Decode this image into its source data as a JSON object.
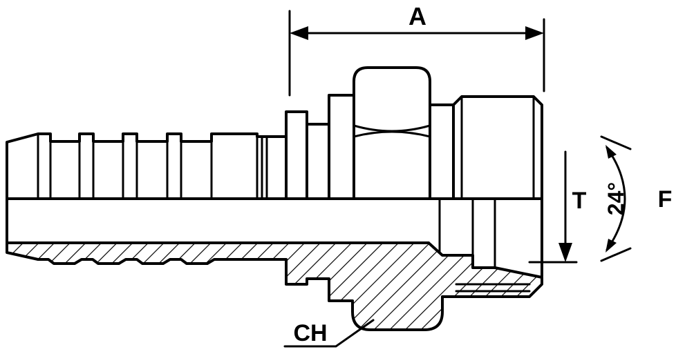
{
  "diagram": {
    "labels": {
      "dim_a": "A",
      "dim_t": "T",
      "angle": "24°",
      "dim_f": "F",
      "dim_ch": "CH"
    },
    "colors": {
      "line": "#000000",
      "background": "#ffffff"
    }
  }
}
